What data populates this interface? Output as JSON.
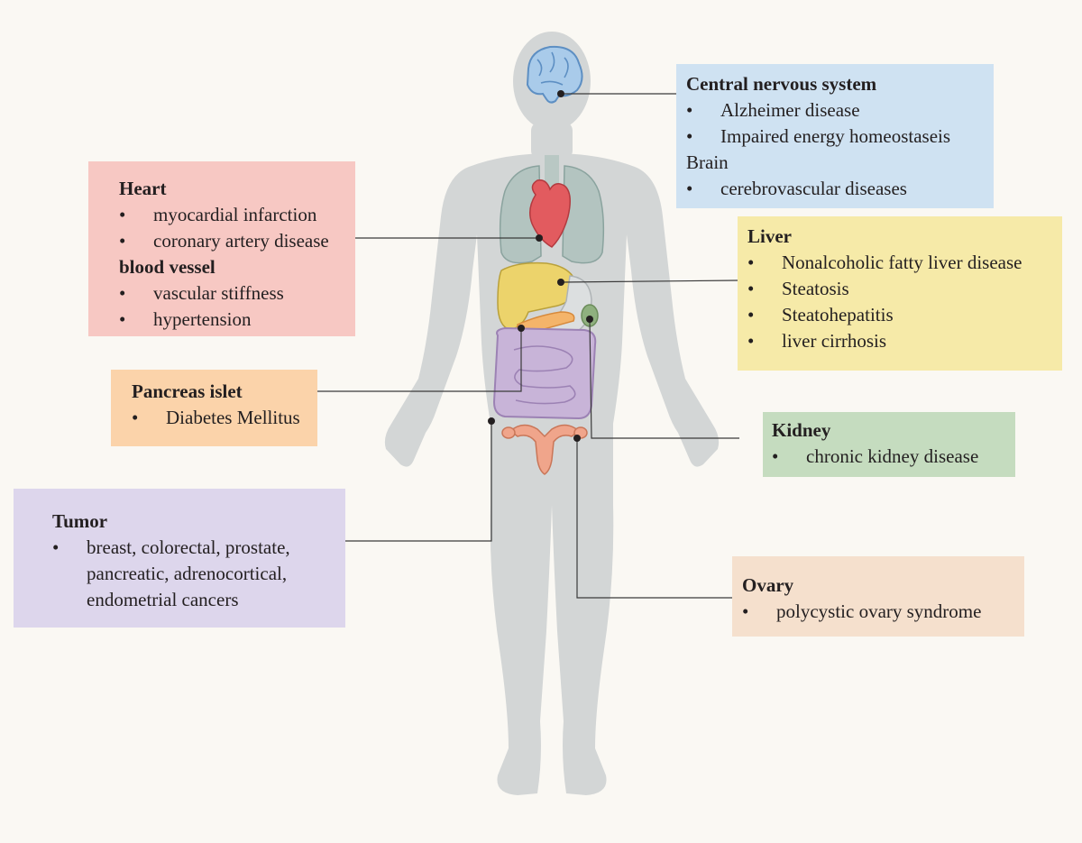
{
  "colors": {
    "background": "#faf8f3",
    "body_silhouette": "#d3d6d6",
    "cns_box": "#cfe2f2",
    "heart_box": "#f7c8c3",
    "liver_box": "#f6eaa8",
    "pancreas_box": "#fbd3aa",
    "kidney_box": "#c5dcbf",
    "tumor_box": "#ddd6ec",
    "ovary_box": "#f5e0cd",
    "connector": "#3a3a3a"
  },
  "organs": [
    "brain-icon",
    "lungs-icon",
    "heart-icon",
    "liver-icon",
    "stomach-icon",
    "pancreas-icon",
    "kidney-icon",
    "intestine-icon",
    "uterus-ovary-icon"
  ],
  "cns": {
    "title": "Central nervous system",
    "items": [
      "Alzheimer disease",
      "Impaired energy homeostaseis"
    ],
    "subtitle": "Brain",
    "sub_items": [
      "cerebrovascular diseases"
    ]
  },
  "heart": {
    "title": "Heart",
    "items": [
      "myocardial infarction",
      "coronary artery disease"
    ],
    "subtitle": "blood vessel",
    "sub_items": [
      "vascular stiffness",
      "hypertension"
    ]
  },
  "liver": {
    "title": "Liver",
    "items": [
      "Nonalcoholic fatty liver disease",
      "Steatosis",
      "Steatohepatitis",
      "liver cirrhosis"
    ]
  },
  "pancreas": {
    "title": "Pancreas islet",
    "items": [
      "Diabetes Mellitus"
    ]
  },
  "kidney": {
    "title": "Kidney",
    "items": [
      "chronic kidney disease"
    ]
  },
  "tumor": {
    "title": "Tumor",
    "items": [
      "breast, colorectal, prostate,",
      "pancreatic, adrenocortical,",
      "endometrial cancers"
    ]
  },
  "ovary": {
    "title": "Ovary",
    "items": [
      "polycystic ovary syndrome"
    ]
  }
}
